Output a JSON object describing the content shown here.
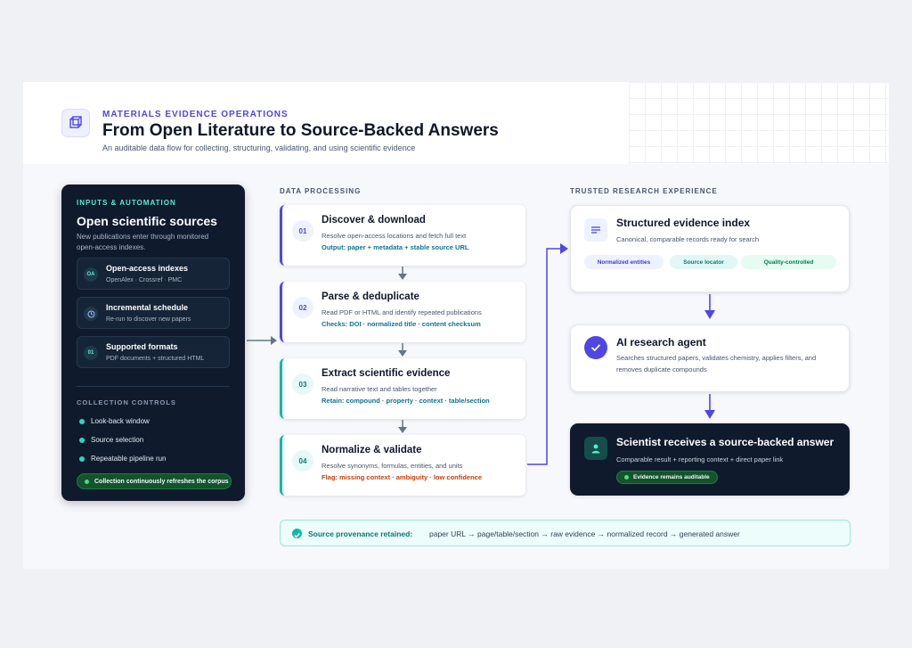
{
  "header": {
    "eyebrow": "MATERIALS EVIDENCE OPERATIONS",
    "title": "From Open Literature to Source-Backed Answers",
    "subtitle": "An auditable data flow for collecting, structuring, validating, and using scientific evidence"
  },
  "sidebar": {
    "section_label": "INPUTS & AUTOMATION",
    "title": "Open scientific sources",
    "description": "New publications enter through monitored open-access indexes.",
    "sources": [
      {
        "icon": "OA",
        "title": "Open-access indexes",
        "subtitle": "OpenAlex · Crossref · PMC"
      },
      {
        "icon": "clock-icon",
        "title": "Incremental schedule",
        "subtitle": "Re-run to discover new papers"
      },
      {
        "icon": "01",
        "title": "Supported formats",
        "subtitle": "PDF documents + structured HTML"
      }
    ],
    "controls_label": "COLLECTION CONTROLS",
    "controls": [
      "Look-back window",
      "Source selection",
      "Repeatable pipeline run"
    ],
    "status_pill": "Collection continuously refreshes the corpus"
  },
  "processing": {
    "label": "DATA PROCESSING",
    "steps": [
      {
        "num": "01",
        "title": "Discover & download",
        "desc": "Resolve open-access locations and fetch full text",
        "output": "Output: paper + metadata + stable source URL"
      },
      {
        "num": "02",
        "title": "Parse & deduplicate",
        "desc": "Read PDF or HTML and identify repeated publications",
        "output": "Checks: DOI · normalized title · content checksum"
      },
      {
        "num": "03",
        "title": "Extract scientific evidence",
        "desc": "Read narrative text and tables together",
        "output": "Retain: compound · property · context · table/section"
      },
      {
        "num": "04",
        "title": "Normalize & validate",
        "desc": "Resolve synonyms, formulas, entities, and units",
        "output": "Flag: missing context · ambiguity · low confidence"
      }
    ]
  },
  "research": {
    "label": "TRUSTED RESEARCH EXPERIENCE",
    "index": {
      "title": "Structured evidence index",
      "desc": "Canonical, comparable records ready for search",
      "tags": [
        "Normalized entities",
        "Source locator",
        "Quality-controlled"
      ]
    },
    "agent": {
      "title": "AI research agent",
      "desc": "Searches structured papers, validates chemistry, applies filters, and removes duplicate compounds"
    },
    "scientist": {
      "title": "Scientist receives a source-backed answer",
      "desc": "Comparable result + reporting context + direct paper link",
      "pill": "Evidence remains auditable"
    }
  },
  "provenance": {
    "label": "Source provenance retained:",
    "chain": "paper URL → page/table/section → raw evidence → normalized record → generated answer"
  },
  "colors": {
    "accent": "#4f46e5",
    "teal": "#14b8a6",
    "dark": "#0f1b2d"
  }
}
